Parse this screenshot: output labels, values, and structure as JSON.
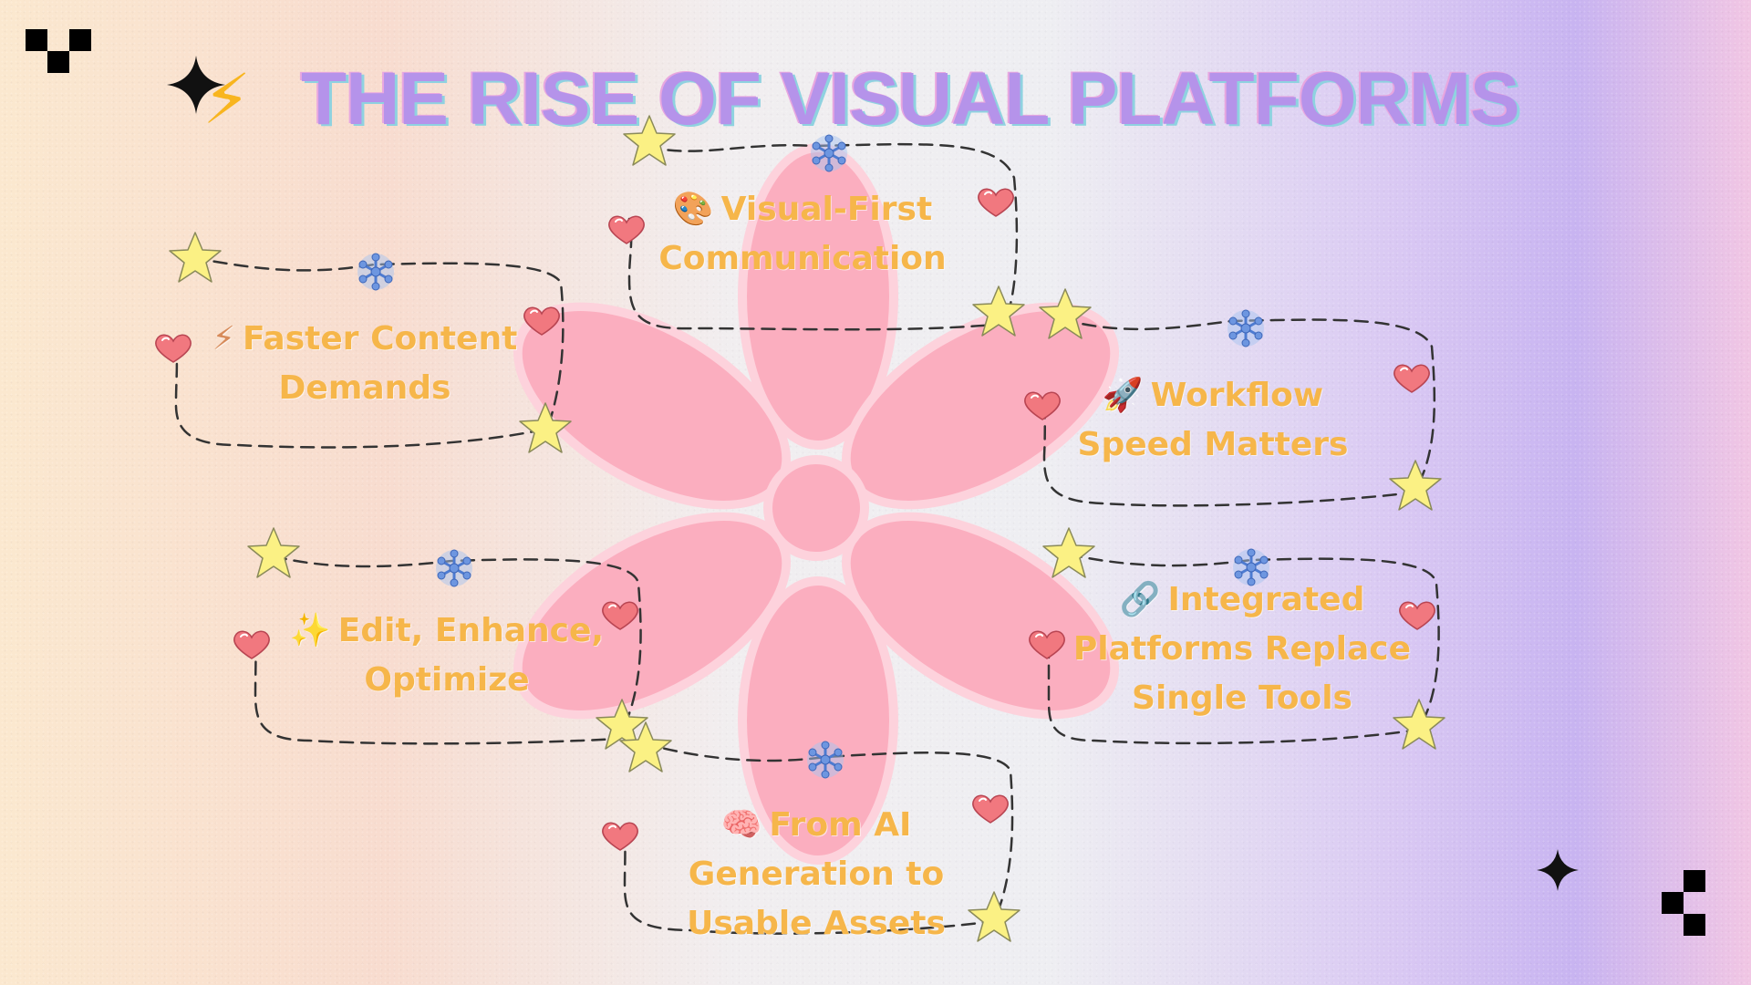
{
  "title": "THE RISE OF VISUAL PLATFORMS",
  "title_icon": "lightning-icon",
  "colors": {
    "background_left": "#fbe8cf",
    "background_right": "#c8b4f1",
    "title": "#b593ea",
    "petal": "#fbaebf",
    "petal_glow": "#fdd2dc",
    "label": "#f6b64a",
    "star": "#fbf184",
    "heart": "#f1787f",
    "snowflake": "#5a86d8",
    "dashed_line": "#333333"
  },
  "nodes": [
    {
      "id": "visual-first",
      "icon": "palette-icon",
      "icon_glyph": "🎨",
      "label": "Visual-First Communication"
    },
    {
      "id": "faster-content",
      "icon": "lightning-icon",
      "icon_glyph": "⚡",
      "label": "Faster Content Demands"
    },
    {
      "id": "workflow-speed",
      "icon": "rocket-icon",
      "icon_glyph": "🚀",
      "label": "Workflow Speed Matters"
    },
    {
      "id": "edit-enhance",
      "icon": "sparkles-icon",
      "icon_glyph": "✨",
      "label": "Edit, Enhance, Optimize"
    },
    {
      "id": "integrated-platforms",
      "icon": "link-icon",
      "icon_glyph": "🔗",
      "label": "Integrated Platforms Replace Single Tools"
    },
    {
      "id": "ai-generation",
      "icon": "brain-icon",
      "icon_glyph": "🧠",
      "label": "From AI Generation to Usable Assets"
    }
  ]
}
